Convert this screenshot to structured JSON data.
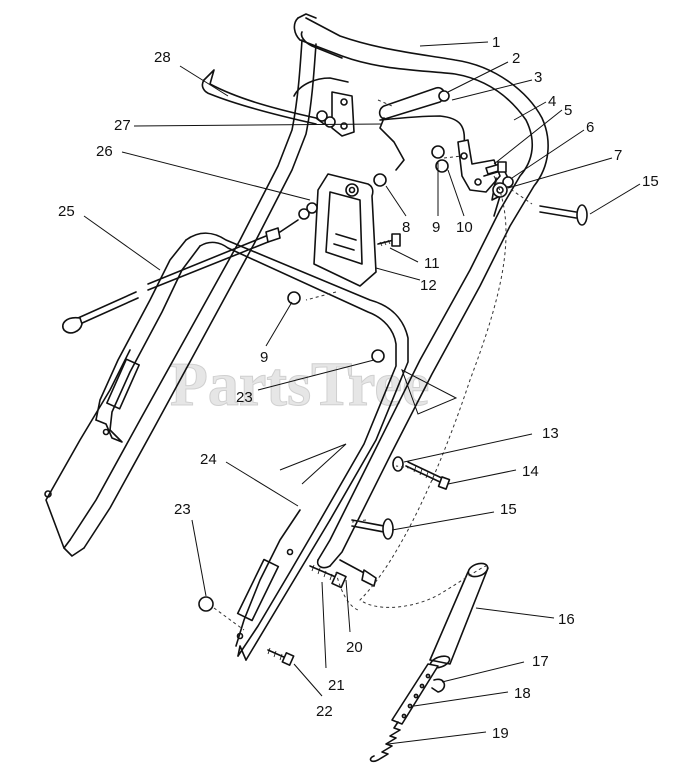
{
  "watermark": "PartsTree",
  "callouts": [
    {
      "id": "c1",
      "label": "1"
    },
    {
      "id": "c2",
      "label": "2"
    },
    {
      "id": "c3",
      "label": "3"
    },
    {
      "id": "c4",
      "label": "4"
    },
    {
      "id": "c5",
      "label": "5"
    },
    {
      "id": "c6",
      "label": "6"
    },
    {
      "id": "c7",
      "label": "7"
    },
    {
      "id": "c15a",
      "label": "15"
    },
    {
      "id": "c28",
      "label": "28"
    },
    {
      "id": "c27",
      "label": "27"
    },
    {
      "id": "c26",
      "label": "26"
    },
    {
      "id": "c25",
      "label": "25"
    },
    {
      "id": "c8",
      "label": "8"
    },
    {
      "id": "c9a",
      "label": "9"
    },
    {
      "id": "c10",
      "label": "10"
    },
    {
      "id": "c11",
      "label": "11"
    },
    {
      "id": "c12",
      "label": "12"
    },
    {
      "id": "c9b",
      "label": "9"
    },
    {
      "id": "c23a",
      "label": "23"
    },
    {
      "id": "c13",
      "label": "13"
    },
    {
      "id": "c14",
      "label": "14"
    },
    {
      "id": "c24",
      "label": "24"
    },
    {
      "id": "c15b",
      "label": "15"
    },
    {
      "id": "c23b",
      "label": "23"
    },
    {
      "id": "c16",
      "label": "16"
    },
    {
      "id": "c20",
      "label": "20"
    },
    {
      "id": "c17",
      "label": "17"
    },
    {
      "id": "c21",
      "label": "21"
    },
    {
      "id": "c18",
      "label": "18"
    },
    {
      "id": "c22",
      "label": "22"
    },
    {
      "id": "c19",
      "label": "19"
    }
  ]
}
